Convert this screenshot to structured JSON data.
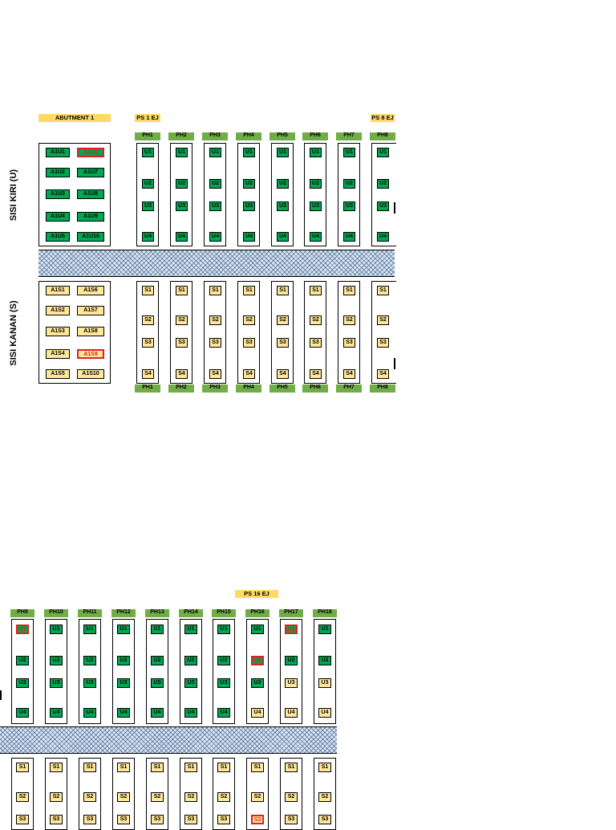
{
  "top": {
    "abutment_label": "ABUTMENT 1",
    "ps_labels": [
      "PS 1 EJ",
      "PS 8 EJ"
    ],
    "side_left_upper": "SISI KIRI (U)",
    "side_left_lower": "SISI KANAN (S)",
    "abutment_u": [
      [
        "A1U1",
        "A1U6"
      ],
      [
        "A1U2",
        "A1U7"
      ],
      [
        "A1U3",
        "A1U8"
      ],
      [
        "A1U4",
        "A1U9"
      ],
      [
        "A1U5",
        "A1U10"
      ]
    ],
    "abutment_u_flags": [
      [
        false,
        true
      ],
      [
        false,
        false
      ],
      [
        false,
        false
      ],
      [
        false,
        false
      ],
      [
        false,
        false
      ]
    ],
    "abutment_s": [
      [
        "A1S1",
        "A1S6"
      ],
      [
        "A1S2",
        "A1S7"
      ],
      [
        "A1S3",
        "A1S8"
      ],
      [
        "A1S4",
        "A1S9"
      ],
      [
        "A1S5",
        "A1S10"
      ]
    ],
    "abutment_s_flags": [
      [
        false,
        false
      ],
      [
        false,
        false
      ],
      [
        false,
        false
      ],
      [
        false,
        true
      ],
      [
        false,
        false
      ]
    ],
    "piers": [
      "PH1",
      "PH2",
      "PH3",
      "PH4",
      "PH5",
      "PH6",
      "PH7",
      "PH8"
    ],
    "upper_cells": [
      "U1",
      "U2",
      "U3",
      "U4"
    ],
    "lower_cells": [
      "S1",
      "S2",
      "S3",
      "S4"
    ]
  },
  "bottom": {
    "ps_label": "PS 16 EJ",
    "piers": [
      "PH9",
      "PH10",
      "PH11",
      "PH12",
      "PH13",
      "PH14",
      "PH15",
      "PH16",
      "PH17",
      "PH18"
    ],
    "upper_cells": [
      "U1",
      "U2",
      "U3",
      "U4"
    ],
    "lower_cells": [
      "S1",
      "S2",
      "S3"
    ],
    "upper_status": [
      [
        "g",
        "g",
        "g",
        "g"
      ],
      [
        "g",
        "g",
        "g",
        "g"
      ],
      [
        "g",
        "g",
        "g",
        "g"
      ],
      [
        "g",
        "g",
        "g",
        "g"
      ],
      [
        "g",
        "g",
        "g",
        "g"
      ],
      [
        "g",
        "g",
        "g",
        "g"
      ],
      [
        "g",
        "g",
        "g",
        "g"
      ],
      [
        "g",
        "g",
        "g",
        "y"
      ],
      [
        "g",
        "g",
        "y",
        "y"
      ],
      [
        "g",
        "g",
        "y",
        "y"
      ]
    ],
    "upper_flags": [
      [
        true,
        false,
        false,
        false
      ],
      [
        false,
        false,
        false,
        false
      ],
      [
        false,
        false,
        false,
        false
      ],
      [
        false,
        false,
        false,
        false
      ],
      [
        false,
        false,
        false,
        false
      ],
      [
        false,
        false,
        false,
        false
      ],
      [
        false,
        false,
        false,
        false
      ],
      [
        false,
        true,
        false,
        false
      ],
      [
        true,
        false,
        false,
        false
      ],
      [
        false,
        false,
        false,
        false
      ]
    ],
    "lower_flags": [
      [
        false,
        false,
        false
      ],
      [
        false,
        false,
        false
      ],
      [
        false,
        false,
        false
      ],
      [
        false,
        false,
        false
      ],
      [
        false,
        false,
        false
      ],
      [
        false,
        false,
        false
      ],
      [
        false,
        false,
        false
      ],
      [
        false,
        false,
        true
      ],
      [
        false,
        false,
        false
      ],
      [
        false,
        false,
        false
      ]
    ]
  },
  "colors": {
    "pier_header": "#70ad47",
    "upper_cell": "#00a651",
    "lower_cell": "#ffe699",
    "yellow_label": "#ffd966",
    "defect_border": "#e02020",
    "deck_hatch": "#dbe5f1"
  }
}
